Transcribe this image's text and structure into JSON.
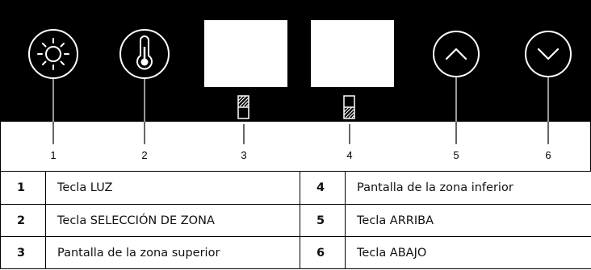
{
  "panel": {
    "buttons": [
      {
        "id": "1",
        "icon": "sun-light-icon"
      },
      {
        "id": "2",
        "icon": "thermometer-icon"
      },
      {
        "id": "3",
        "icon": "upper-zone-indicator-icon"
      },
      {
        "id": "4",
        "icon": "lower-zone-indicator-icon"
      },
      {
        "id": "5",
        "icon": "chevron-up-icon"
      },
      {
        "id": "6",
        "icon": "chevron-down-icon"
      }
    ],
    "colors": {
      "panel_bg": "#000000",
      "icon": "#ffffff",
      "display": "#ffffff"
    }
  },
  "legend": {
    "rows": [
      {
        "left_num": "1",
        "left_text": "Tecla LUZ",
        "right_num": "4",
        "right_text": "Pantalla de la zona inferior"
      },
      {
        "left_num": "2",
        "left_text": "Tecla SELECCIÓN DE ZONA",
        "right_num": "5",
        "right_text": "Tecla ARRIBA"
      },
      {
        "left_num": "3",
        "left_text": "Pantalla de la zona superior",
        "right_num": "6",
        "right_text": "Tecla ABAJO"
      }
    ]
  }
}
